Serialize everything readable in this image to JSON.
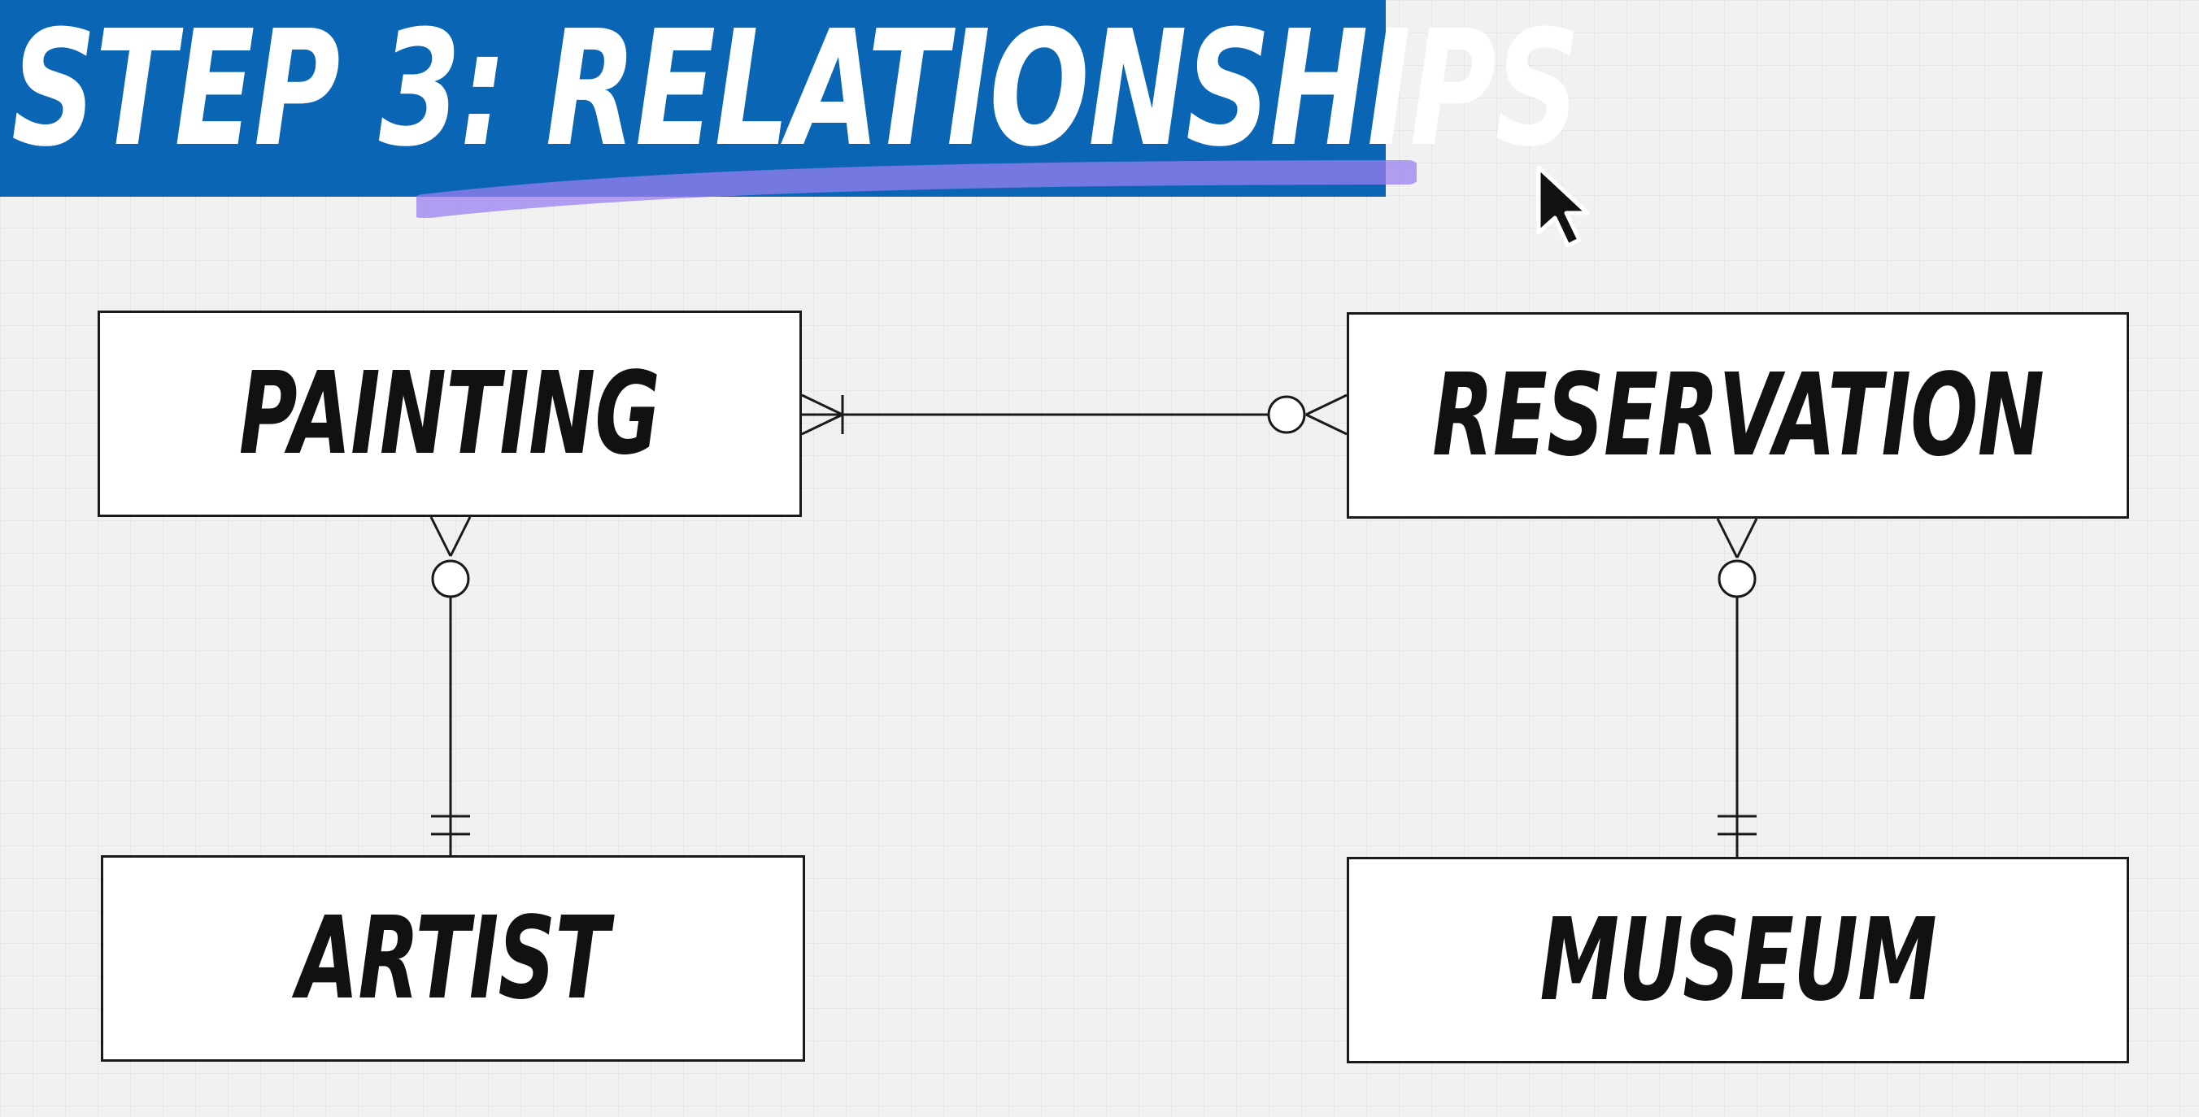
{
  "title": "STEP 3: RELATIONSHIPS",
  "colors": {
    "banner": "#0a66b4",
    "title_text": "#ffffff",
    "highlight": "#9a7ff0",
    "laser_dot": "#5b1ee0",
    "background": "#f1f1f1",
    "entity_border": "#1a1a1a"
  },
  "entities": {
    "painting": "PAINTING",
    "reservation": "RESERVATION",
    "artist": "ARTIST",
    "museum": "MUSEUM"
  },
  "relationships": [
    {
      "from": "painting",
      "from_end": "one-or-many",
      "to": "reservation",
      "to_end": "zero-or-many"
    },
    {
      "from": "painting",
      "from_end": "zero-or-many",
      "to": "artist",
      "to_end": "exactly-one"
    },
    {
      "from": "reservation",
      "from_end": "zero-or-many",
      "to": "museum",
      "to_end": "exactly-one"
    }
  ],
  "icons": {
    "cursor": "arrow-pointer-icon",
    "laser": "laser-pointer-dot-icon"
  }
}
